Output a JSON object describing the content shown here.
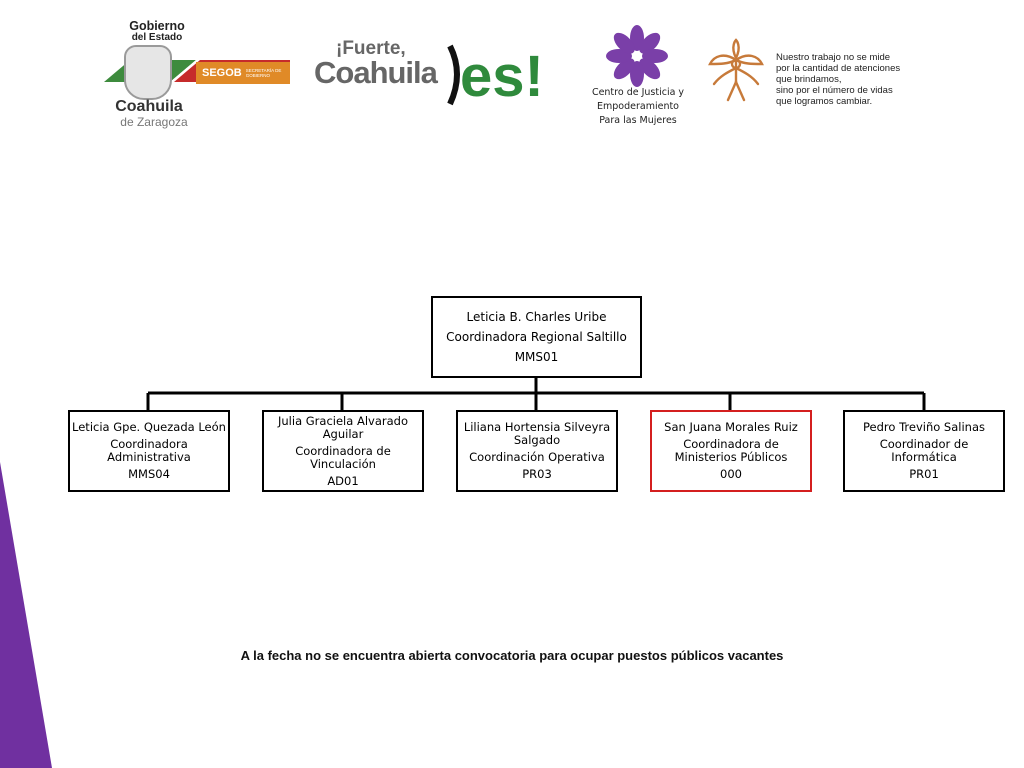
{
  "header": {
    "gobierno_logo": {
      "line1": "Gobierno",
      "line2": "del Estado",
      "segob": "SEGOB",
      "segob_sub": "SECRETARÍA DE GOBIERNO",
      "state": "Coahuila",
      "state_sub": "de Zaragoza"
    },
    "fuerte_logo": {
      "line1": "¡Fuerte,",
      "line2": "Coahuila",
      "es": "es!"
    },
    "cjem_logo": {
      "line1": "Centro de Justicia y",
      "line2": "Empoderamiento",
      "line3": "Para las Mujeres"
    },
    "quote": {
      "line1": "Nuestro trabajo no se mide",
      "line2": "por la cantidad de atenciones",
      "line3": "que brindamos,",
      "line4": "sino por el número de vidas",
      "line5": "que logramos cambiar."
    }
  },
  "org_chart": {
    "root": {
      "name": "Leticia B. Charles Uribe",
      "title": "Coordinadora Regional Saltillo",
      "code": "MMS01"
    },
    "children": [
      {
        "name": "Leticia Gpe. Quezada León",
        "title": "Coordinadora Administrativa",
        "code": "MMS04"
      },
      {
        "name": "Julia Graciela Alvarado Aguilar",
        "title": "Coordinadora de Vinculación",
        "code": "AD01"
      },
      {
        "name": "Liliana Hortensia Silveyra Salgado",
        "title": "Coordinación Operativa",
        "code": "PR03"
      },
      {
        "name": "San Juana Morales Ruiz",
        "title": "Coordinadora de Ministerios Públicos",
        "code": "000"
      },
      {
        "name": "Pedro Treviño Salinas",
        "title": "Coordinador de Informática",
        "code": "PR01"
      }
    ]
  },
  "footer": {
    "note": "A la fecha no se encuentra abierta convocatoria para ocupar puestos públicos vacantes"
  },
  "colors": {
    "accent_purple": "#7030a0",
    "highlight_border": "#d41f1f",
    "box_border": "#000000"
  }
}
